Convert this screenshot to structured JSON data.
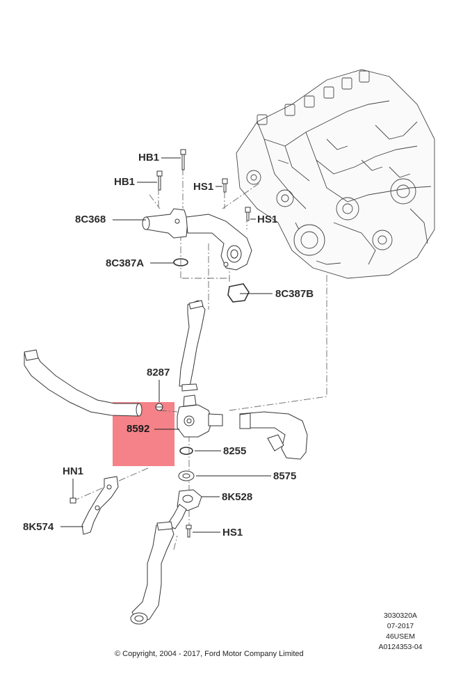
{
  "callouts": {
    "hb1_a": "HB1",
    "hb1_b": "HB1",
    "hs1_a": "HS1",
    "hs1_b": "HS1",
    "part_8c368": "8C368",
    "part_8c387a": "8C387A",
    "part_8c387b": "8C387B",
    "part_8287": "8287",
    "part_8592": "8592",
    "part_8255": "8255",
    "part_8575": "8575",
    "part_8k528": "8K528",
    "hn1": "HN1",
    "part_8k574": "8K574",
    "hs1_c": "HS1"
  },
  "drawing_info": {
    "line1": "3030320A",
    "line2": "07-2017",
    "line3": "46USEM",
    "line4": "A0124353-04"
  },
  "copyright": "© Copyright, 2004 - 2017, Ford Motor Company Limited",
  "colors": {
    "highlight": "#f2676e",
    "line": "#333333",
    "text": "#2b2b2b"
  }
}
